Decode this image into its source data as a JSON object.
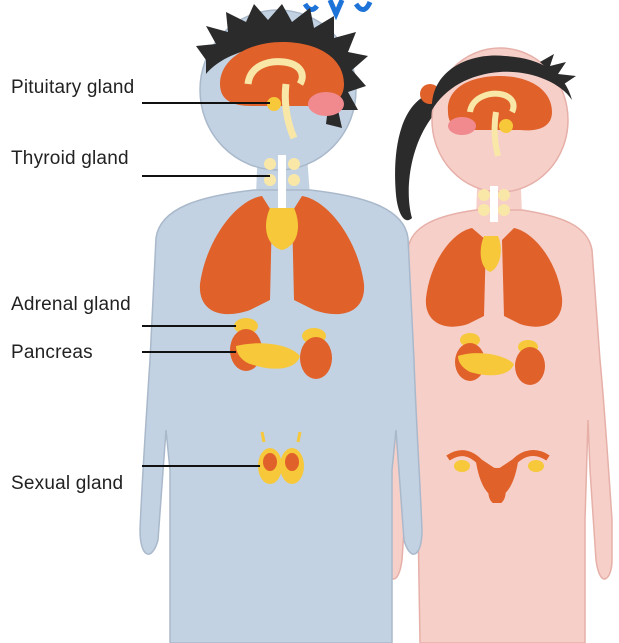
{
  "title_fragment": "",
  "labels": {
    "pituitary": "Pituitary gland",
    "thyroid": "Thyroid gland",
    "adrenal": "Adrenal gland",
    "pancreas": "Pancreas",
    "sexual": "Sexual gland"
  },
  "colors": {
    "boy_skin": "#c3d2e2",
    "boy_outline": "#a9b9cb",
    "girl_skin": "#f6cfc9",
    "girl_outline": "#e6b0a8",
    "organ_orange": "#e0612a",
    "organ_yellow": "#f6c83a",
    "gland_pale": "#f9e7a8",
    "hair": "#2b2b2b",
    "hair_tie": "#e0612a",
    "pink_lobe": "#f08a8f",
    "leader_line": "#111111",
    "title_blue": "#1e73d8"
  }
}
